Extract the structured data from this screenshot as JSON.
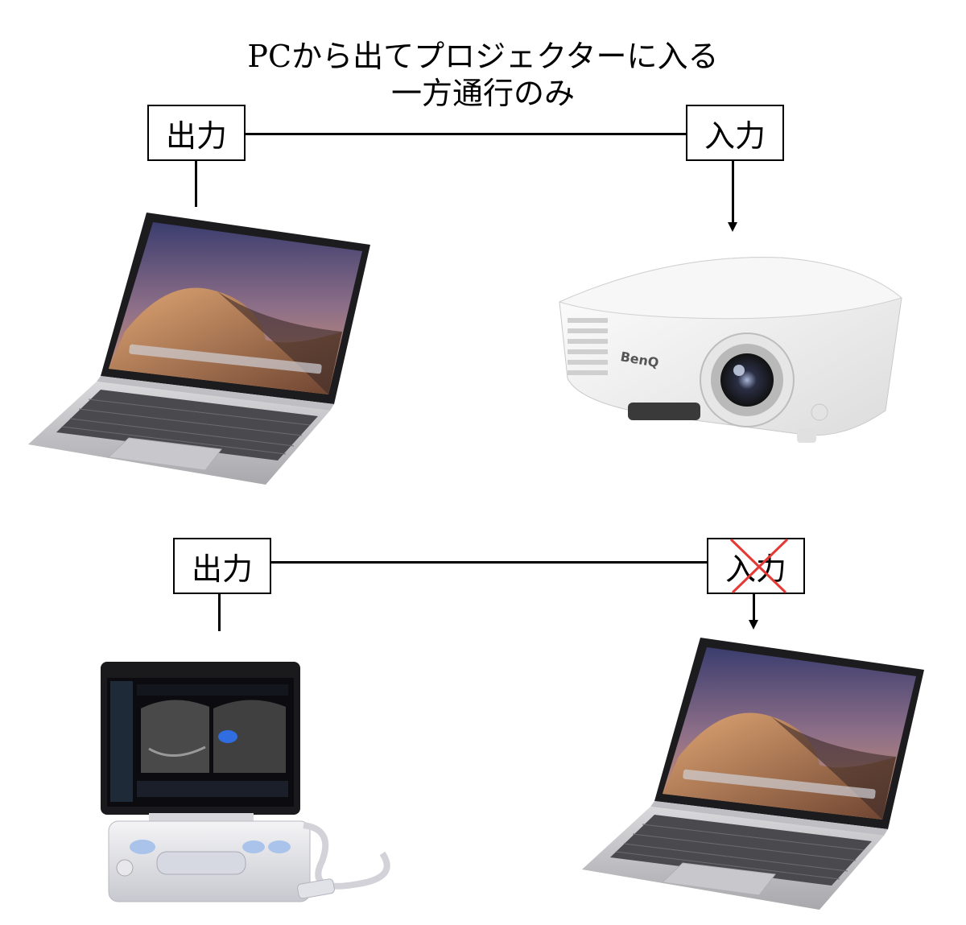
{
  "title": {
    "line1": "PCから出てプロジェクターに入る",
    "line2": "一方通行のみ"
  },
  "top": {
    "output_label": "出力",
    "input_label": "入力",
    "laptop_icon": "laptop-icon",
    "projector_icon": "projector-icon",
    "projector_brand": "BenQ"
  },
  "bottom": {
    "output_label": "出力",
    "input_label": "入力",
    "ultrasound_icon": "ultrasound-machine-icon",
    "laptop_icon": "laptop-icon",
    "cross_color": "#e53935"
  }
}
